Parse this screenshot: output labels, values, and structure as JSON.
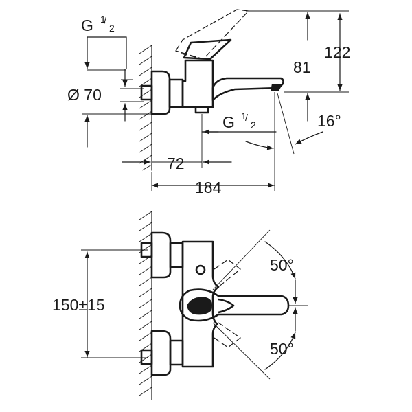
{
  "top_view": {
    "thread_top": {
      "letter": "G",
      "num": "1",
      "den": "2"
    },
    "thread_bottom": {
      "letter": "G",
      "num": "1",
      "den": "2"
    },
    "diameter": "Ø 70",
    "height_81": "81",
    "height_122": "122",
    "angle_16": "16°",
    "offset_72": "72",
    "length_184": "184"
  },
  "bottom_view": {
    "spacing": "150±15",
    "angle_up": "50°",
    "angle_down": "50°"
  }
}
